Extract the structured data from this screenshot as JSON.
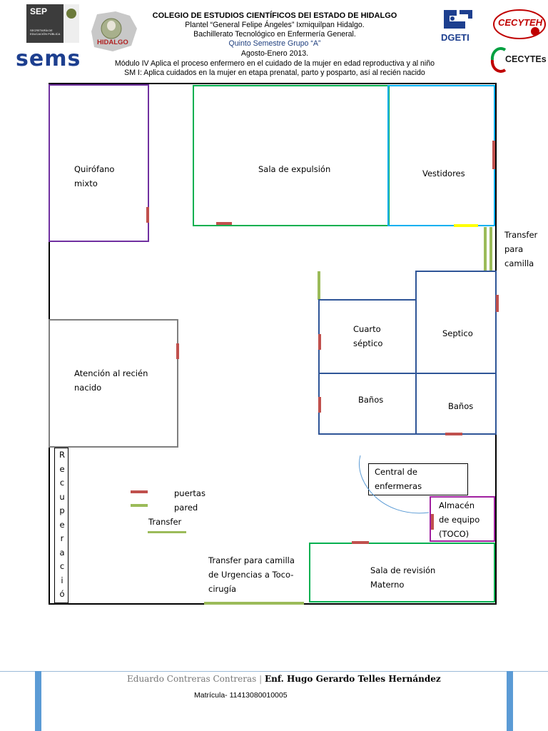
{
  "header": {
    "title": "COLEGIO DE ESTUDIOS CIENTÍFICOS DEl ESTADO DE HIDALGO",
    "plantel": "Plantel “General Felipe Ángeles” Ixmiquilpan Hidalgo.",
    "bachillerato": "Bachillerato Tecnológico en Enfermería General.",
    "grupo": "Quinto Semestre Grupo “A”",
    "periodo": "Agosto-Enero 2013.",
    "modulo": "Módulo IV Aplica el proceso enfermero en el cuidado de la mujer en edad reproductiva y al niño",
    "submodulo": "SM I: Aplica cuidados en la mujer en etapa prenatal, parto y posparto, así al recién nacido"
  },
  "logos": {
    "sep": "SEP",
    "sep_sub": "SECRETARÍA DE EDUCACIÓN PÚBLICA",
    "sems": "sems",
    "hidalgo": "HIDALGO",
    "dgeti": "DGETI",
    "cecyteh": "CECYTEH",
    "cecytes": "CECYTEs"
  },
  "rooms": {
    "quirofano": "Quirófano\nmixto",
    "sala_expulsion": "Sala de expulsión",
    "vestidores": "Vestidores",
    "transfer_camilla": "Transfer\npara\ncamilla",
    "cuarto_septico": "Cuarto\nséptico",
    "septico": "Septico",
    "banos_1": "Baños",
    "banos_2": "Baños",
    "atencion_recien_nacido": "Atención al recién\nnacido",
    "recuperacion": [
      "R",
      "e",
      "c",
      "u",
      "p",
      "e",
      "r",
      "a",
      "c",
      "i",
      "ó"
    ],
    "central_enfermeras": "Central de\nenfermeras",
    "almacen": "Almacén\nde equipo\n(TOCO)",
    "transfer_urgencias": "Transfer para camilla\nde Urgencias a Toco-\ncirugía",
    "sala_revision": "Sala de revisión\nMaterno"
  },
  "legend": {
    "puertas": "puertas",
    "pared": "pared",
    "transfer": "Transfer"
  },
  "colors": {
    "door": "#c0504d",
    "wall_green": "#9bbb59",
    "door_yellow": "#ffff00",
    "quirofano_border": "#7030a0",
    "expulsion_border": "#00b050",
    "vestidores_border": "#00b0f0",
    "rooms_blue": "#2f5597",
    "atencion_border": "#7f7f7f",
    "footer_bar": "#5b9bd5"
  },
  "footer": {
    "name": "Eduardo Contreras Contreras",
    "separator": "|",
    "author": "Enf. Hugo Gerardo Telles Hernández",
    "matricula": "Matrícula- 11413080010005"
  }
}
